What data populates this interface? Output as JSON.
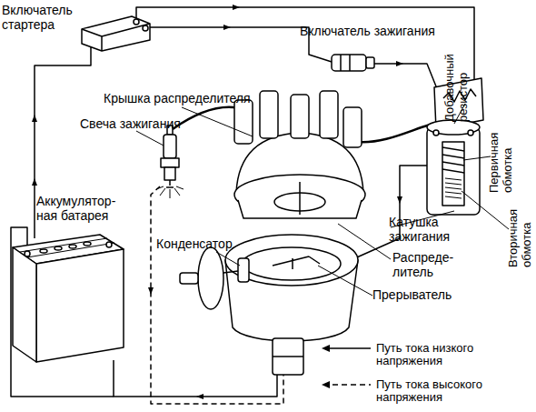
{
  "diagram": {
    "labels": [
      "Включатель стартера",
      "Включатель зажигания",
      "Добавочный резистор",
      "Первичная обмотка",
      "Крышка распределителя",
      "Свеча зажигания",
      "Вторичная обмотка",
      "Аккумулятор- ная батарея",
      "Катушка зажигания",
      "Конденсатор",
      "Распреде- литель",
      "Прерыватель"
    ],
    "legend": [
      {
        "text": "Путь тока низкого напряжения"
      },
      {
        "text": "Путь тока высокого напряжения"
      }
    ]
  }
}
